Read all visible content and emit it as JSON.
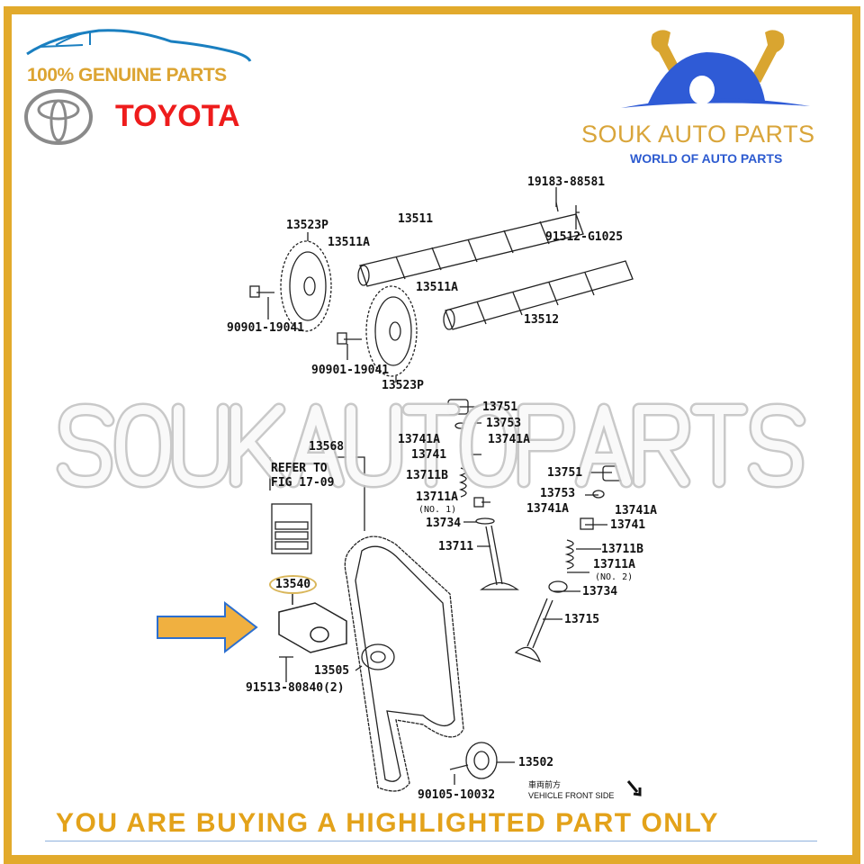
{
  "branding": {
    "genuine": "100% GENUINE PARTS",
    "toyota": "TOYOTA",
    "shop_name": "SOUK AUTO PARTS",
    "shop_tagline": "WORLD OF AUTO PARTS",
    "watermark": "SOUKAUTOPARTS"
  },
  "colors": {
    "gold": "#e2aa2c",
    "toyota_red": "#ee1c1c",
    "blue": "#2d5bd0"
  },
  "diagram": {
    "labels": {
      "l19183": "19183-88581",
      "l91512": "91512-G1025",
      "l13511": "13511",
      "l13523p_a": "13523P",
      "l13511a_a": "13511A",
      "l13511a_b": "13511A",
      "l13512": "13512",
      "l90901_a": "90901-19041",
      "l90901_b": "90901-19041",
      "l13523p_b": "13523P",
      "l13751_a": "13751",
      "l13753_a": "13753",
      "l13741a_a": "13741A",
      "l13741a_b": "13741A",
      "l13741_a": "13741",
      "l13568": "13568",
      "refer": "REFER TO",
      "fig": "FIG 17-09",
      "l13711b_a": "13711B",
      "l13711a_a": "13711A",
      "no1": "(NO. 1)",
      "l13734_a": "13734",
      "l13711": "13711",
      "l13751_b": "13751",
      "l13753_b": "13753",
      "l13741a_c": "13741A",
      "l13741a_d": "13741A",
      "l13741_b": "13741",
      "l13711b_b": "13711B",
      "l13711a_b": "13711A",
      "no2": "(NO. 2)",
      "l13734_b": "13734",
      "l13715": "13715",
      "l13540": "13540",
      "l13505": "13505",
      "l91513": "91513-80840(2)",
      "l13502": "13502",
      "l90105": "90105-10032",
      "front_cn": "車両前方",
      "front_en": "VEHICLE FRONT SIDE"
    }
  },
  "footer": {
    "notice": "YOU ARE BUYING A HIGHLIGHTED PART ONLY"
  }
}
